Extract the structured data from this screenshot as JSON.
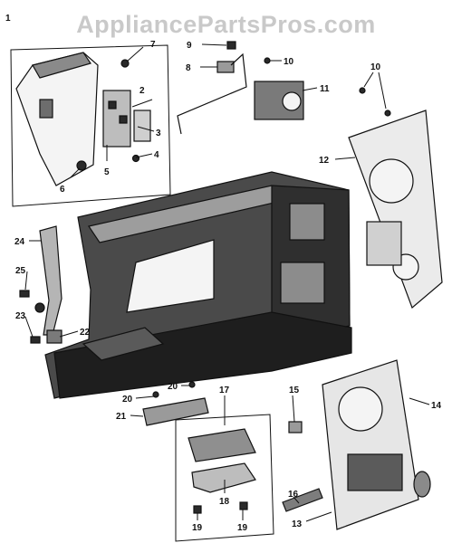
{
  "watermark": "AppliancePartsPros.com",
  "callouts": {
    "c1": "1",
    "c2": "2",
    "c3": "3",
    "c4": "4",
    "c5": "5",
    "c6": "6",
    "c7": "7",
    "c8": "8",
    "c9": "9",
    "c10a": "10",
    "c10b": "10",
    "c11": "11",
    "c12": "12",
    "c13": "13",
    "c14": "14",
    "c15": "15",
    "c16": "16",
    "c17": "17",
    "c18": "18",
    "c19a": "19",
    "c19b": "19",
    "c20a": "20",
    "c20b": "20",
    "c21": "21",
    "c22": "22",
    "c23": "23",
    "c24": "24",
    "c25": "25"
  }
}
